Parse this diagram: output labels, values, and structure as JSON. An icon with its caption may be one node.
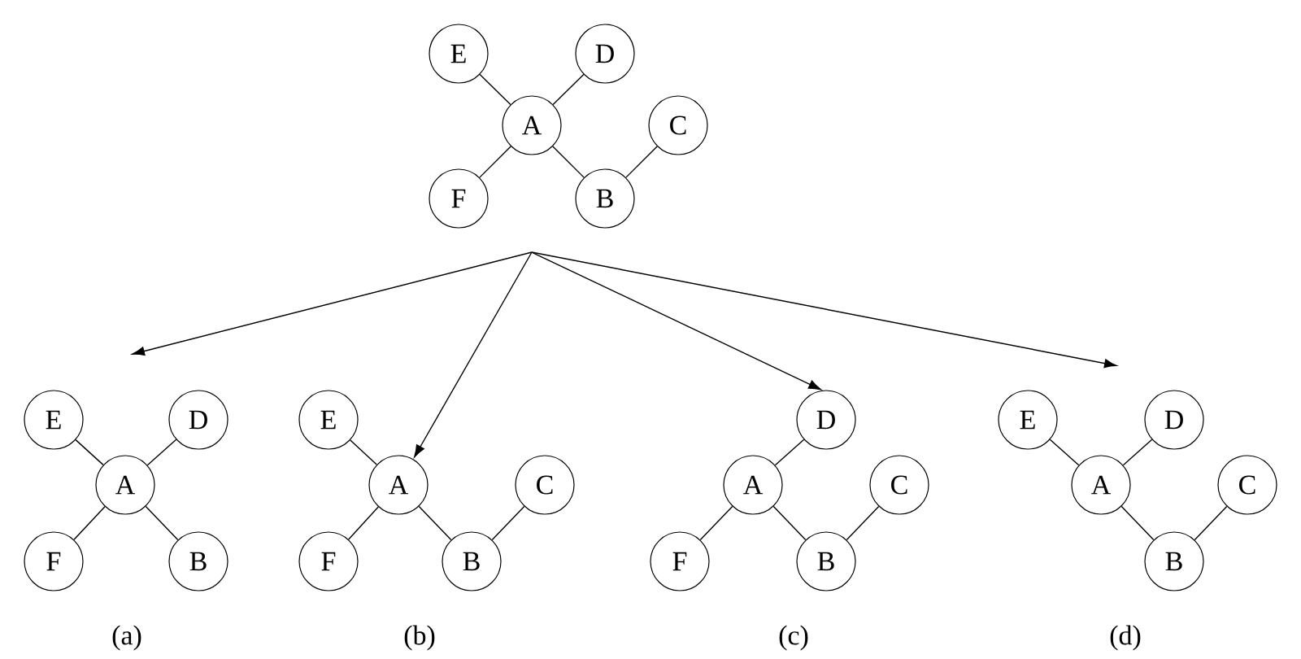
{
  "diagram": {
    "nodes": [
      {
        "text": [
          "E"
        ]
      },
      {
        "text": [
          "D"
        ]
      },
      {
        "text": [
          "A"
        ]
      },
      {
        "text": [
          "C"
        ]
      },
      {
        "text": [
          "F"
        ]
      },
      {
        "text": [
          "B"
        ]
      },
      {
        "text": [
          "E"
        ]
      },
      {
        "text": [
          "D"
        ]
      },
      {
        "text": [
          "A"
        ]
      },
      {
        "text": [
          "F"
        ]
      },
      {
        "text": [
          "B"
        ]
      },
      {
        "text": [
          "E"
        ]
      },
      {
        "text": [
          "A"
        ]
      },
      {
        "text": [
          "C"
        ]
      },
      {
        "text": [
          "F"
        ]
      },
      {
        "text": [
          "B"
        ]
      },
      {
        "text": [
          "D"
        ]
      },
      {
        "text": [
          "A"
        ]
      },
      {
        "text": [
          "C"
        ]
      },
      {
        "text": [
          "F"
        ]
      },
      {
        "text": [
          "B"
        ]
      },
      {
        "text": [
          "E"
        ]
      },
      {
        "text": [
          "D"
        ]
      },
      {
        "text": [
          "A"
        ]
      },
      {
        "text": [
          "C"
        ]
      },
      {
        "text": [
          "B"
        ]
      }
    ],
    "edges": [
      {
        "from": 0,
        "to": 2,
        "arrow": "none"
      },
      {
        "from": 1,
        "to": 2,
        "arrow": "none"
      },
      {
        "from": 2,
        "to": 4,
        "arrow": "none"
      },
      {
        "from": 2,
        "to": 5,
        "arrow": "none"
      },
      {
        "from": 5,
        "to": 3,
        "arrow": "none"
      },
      {
        "from": 6,
        "to": 8,
        "arrow": "none"
      },
      {
        "from": 7,
        "to": 8,
        "arrow": "none"
      },
      {
        "from": 8,
        "to": 9,
        "arrow": "none"
      },
      {
        "from": 8,
        "to": 10,
        "arrow": "none"
      },
      {
        "from": 11,
        "to": 12,
        "arrow": "none"
      },
      {
        "from": 12,
        "to": 14,
        "arrow": "none"
      },
      {
        "from": 12,
        "to": 15,
        "arrow": "none"
      },
      {
        "from": 15,
        "to": 13,
        "arrow": "none"
      },
      {
        "from": 16,
        "to": 17,
        "arrow": "none"
      },
      {
        "from": 17,
        "to": 19,
        "arrow": "none"
      },
      {
        "from": 17,
        "to": 20,
        "arrow": "none"
      },
      {
        "from": 20,
        "to": 18,
        "arrow": "none"
      },
      {
        "from": 21,
        "to": 23,
        "arrow": "none"
      },
      {
        "from": 22,
        "to": 23,
        "arrow": "none"
      },
      {
        "from": 23,
        "to": 25,
        "arrow": "none"
      },
      {
        "from": 25,
        "to": 24,
        "arrow": "none"
      },
      {
        "from": null,
        "to": 8,
        "arrow": "to"
      },
      {
        "from": null,
        "to": 12,
        "arrow": "to"
      },
      {
        "from": null,
        "to": 16,
        "arrow": "to"
      },
      {
        "from": null,
        "to": 23,
        "arrow": "to"
      }
    ],
    "labels": [
      "(a)",
      "(b)",
      "(c)",
      "(d)"
    ]
  }
}
